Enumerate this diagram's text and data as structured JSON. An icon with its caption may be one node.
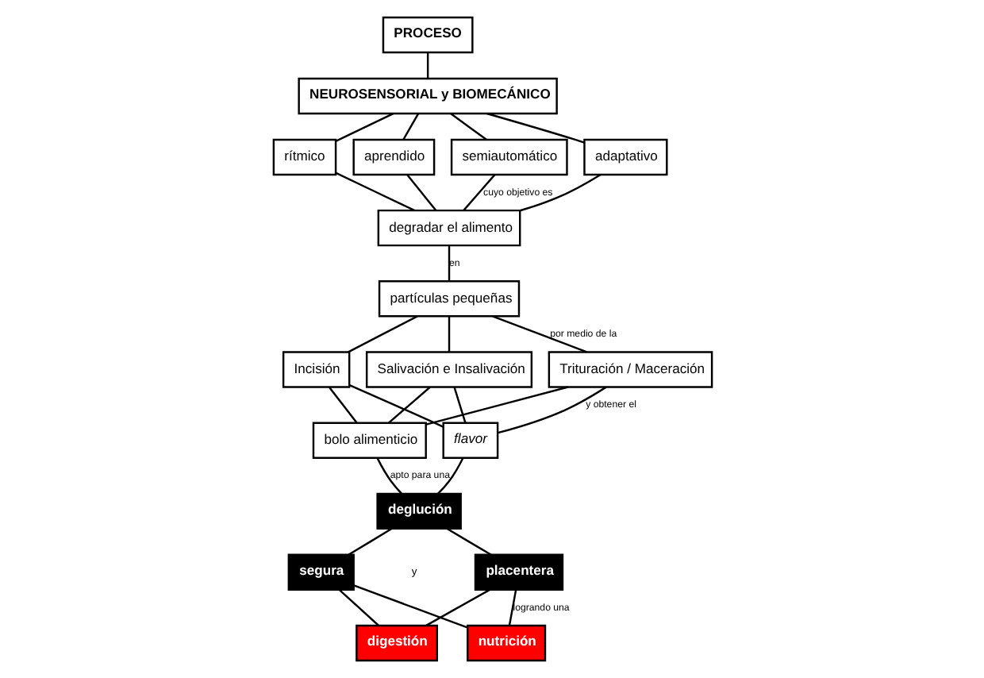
{
  "diagram": {
    "nodes": [
      {
        "text": [
          "PROCESO"
        ]
      },
      {
        "text": [
          "NEUROSENSORIAL y BIOMECÁNICO"
        ]
      },
      {
        "text": [
          "rítmico"
        ]
      },
      {
        "text": [
          "aprendido"
        ]
      },
      {
        "text": [
          "semiautomático"
        ]
      },
      {
        "text": [
          "adaptativo"
        ]
      },
      {
        "text": [
          "degradar el alimento"
        ]
      },
      {
        "text": [
          "partículas pequeñas"
        ]
      },
      {
        "text": [
          "Incisión"
        ]
      },
      {
        "text": [
          "Trituración / Maceración"
        ]
      },
      {
        "text": [
          "Salivación e Insalivación"
        ]
      },
      {
        "text": [
          "flavor"
        ]
      },
      {
        "text": [
          "bolo alimenticio"
        ]
      },
      {
        "text": [
          "deglución"
        ]
      },
      {
        "text": [
          "segura"
        ]
      },
      {
        "text": [
          "placentera"
        ]
      },
      {
        "text": [
          "digestión"
        ]
      },
      {
        "text": [
          "nutrición"
        ]
      }
    ],
    "edges": [
      {
        "from": 0,
        "to": 1,
        "arrow": "none"
      },
      {
        "from": 1,
        "to": 2,
        "arrow": "none"
      },
      {
        "from": 1,
        "to": 3,
        "arrow": "none"
      },
      {
        "from": 1,
        "to": 4,
        "arrow": "none"
      },
      {
        "from": 1,
        "to": 5,
        "arrow": "none"
      },
      {
        "from": 2,
        "to": 6,
        "arrow": "none"
      },
      {
        "from": 3,
        "to": 6,
        "arrow": "none"
      },
      {
        "from": 4,
        "to": 6,
        "arrow": "none",
        "label": "cuyo objetivo es"
      },
      {
        "from": 5,
        "to": 6,
        "arrow": "none"
      },
      {
        "from": 6,
        "to": 7,
        "arrow": "none",
        "label": "en"
      },
      {
        "from": 7,
        "to": 8,
        "arrow": "none"
      },
      {
        "from": 7,
        "to": 9,
        "arrow": "none",
        "label": "por medio de la"
      },
      {
        "from": 7,
        "to": 10,
        "arrow": "none"
      },
      {
        "from": 8,
        "to": 11,
        "arrow": "none"
      },
      {
        "from": 8,
        "to": 12,
        "arrow": "none"
      },
      {
        "from": 9,
        "to": 11,
        "arrow": "none",
        "label": "y obtener el"
      },
      {
        "from": 9,
        "to": 12,
        "arrow": "none"
      },
      {
        "from": 10,
        "to": 11,
        "arrow": "none"
      },
      {
        "from": 10,
        "to": 12,
        "arrow": "none"
      },
      {
        "from": 11,
        "to": 13,
        "arrow": "none"
      },
      {
        "from": 12,
        "to": 13,
        "arrow": "none",
        "label": "apto para una"
      },
      {
        "from": 13,
        "to": 14,
        "arrow": "none"
      },
      {
        "from": 13,
        "to": 15,
        "arrow": "none"
      },
      {
        "from": 14,
        "to": 16,
        "arrow": "none"
      },
      {
        "from": 14,
        "to": 17,
        "arrow": "none"
      },
      {
        "from": 15,
        "to": 16,
        "arrow": "none"
      },
      {
        "from": 15,
        "to": 17,
        "arrow": "none",
        "label": "logrando una"
      }
    ],
    "labels": [
      "y"
    ]
  }
}
